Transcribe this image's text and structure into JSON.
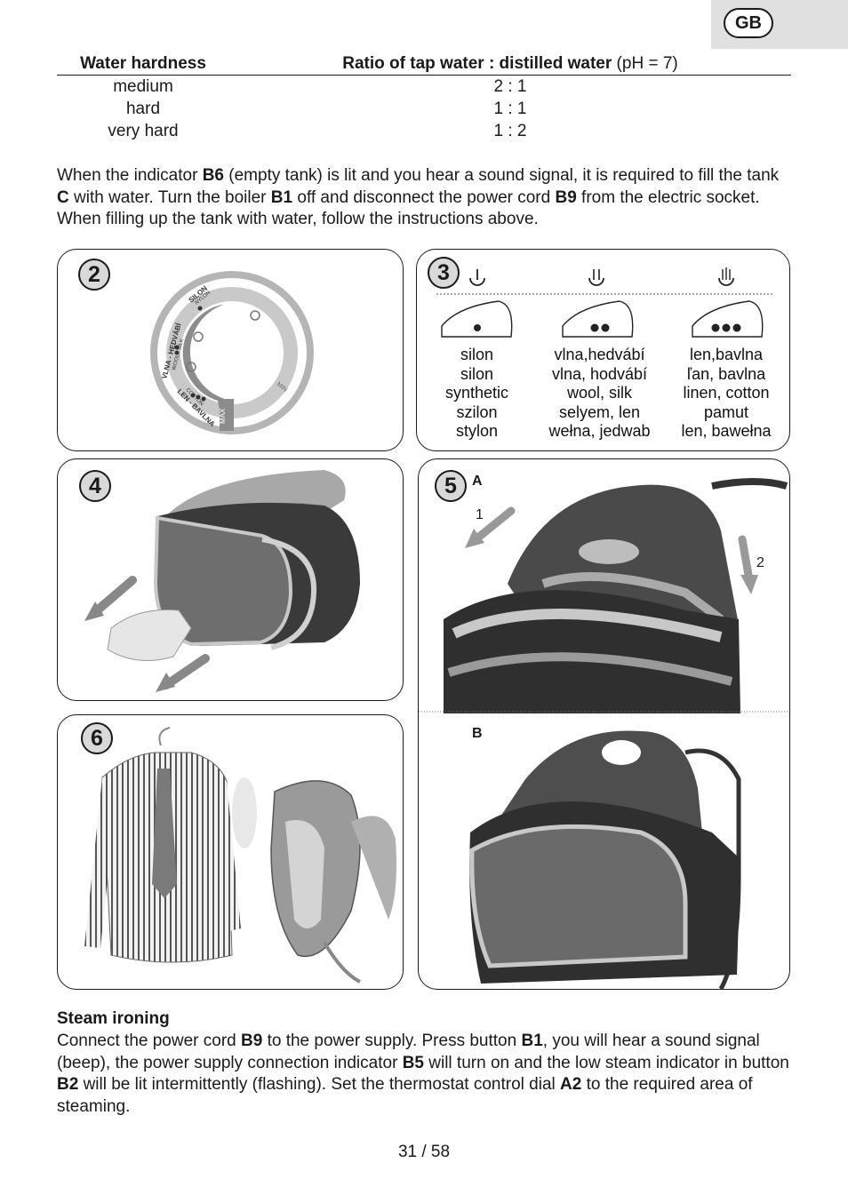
{
  "header": {
    "lang_badge": "GB"
  },
  "hardness_table": {
    "col1_header": "Water hardness",
    "col2_header": "Ratio of tap water : distilled water",
    "col2_header_suffix": " (pH = 7)",
    "rows": [
      {
        "hardness": "medium",
        "ratio": "2 : 1"
      },
      {
        "hardness": "hard",
        "ratio": "1 : 1"
      },
      {
        "hardness": "very hard",
        "ratio": "1 : 2"
      }
    ]
  },
  "intro_paragraph": {
    "t1": "When the indicator ",
    "b1": "B6",
    "t2": " (empty tank) is lit and you hear a sound signal, it is required to fill the tank ",
    "b2": "C",
    "t3": " with water. Turn the boiler ",
    "b3": "B1",
    "t4": " off and disconnect the power cord ",
    "b4": "B9",
    "t5": " from the electric socket. When filling up the tank with water, follow the instructions above."
  },
  "figures": {
    "fig2": {
      "number": "2",
      "dial_labels": {
        "silon": "SILON",
        "nylon": "NYLON",
        "vlna": "VLNA - HEDVÁBÍ",
        "wool": "WOOL - SILK",
        "len": "LEN - BAVLNA",
        "cotton": "COTTON",
        "max": "MAX",
        "min": "MIN"
      }
    },
    "fig3": {
      "number": "3",
      "columns": [
        {
          "lines": [
            "silon",
            "silon",
            "synthetic",
            "szilon",
            "stylon"
          ]
        },
        {
          "lines": [
            "vlna,hedvábí",
            "vlna, hodvábí",
            "wool, silk",
            "selyem, len",
            "wełna, jedwab"
          ]
        },
        {
          "lines": [
            "len,bavlna",
            "ľan, bavlna",
            "linen, cotton",
            "pamut",
            "len, bawełna"
          ]
        }
      ]
    },
    "fig4": {
      "number": "4"
    },
    "fig5": {
      "number": "5",
      "label_a": "A",
      "label_b": "B",
      "arrow_1": "1",
      "arrow_2": "2"
    },
    "fig6": {
      "number": "6"
    }
  },
  "steam_section": {
    "heading": "Steam ironing",
    "t1": "Connect the power cord ",
    "b1": "B9",
    "t2": " to the power supply. Press button ",
    "b2": "B1",
    "t3": ", you will hear a sound signal (beep), the power supply connection indicator ",
    "b3": "B5",
    "t4": " will turn on and the low steam indicator in button ",
    "b4": "B2",
    "t5": " will be lit intermittently (flashing). Set the thermostat control dial ",
    "b5": "A2",
    "t6": " to the required area of steaming."
  },
  "footer": {
    "page": "31 / 58"
  }
}
